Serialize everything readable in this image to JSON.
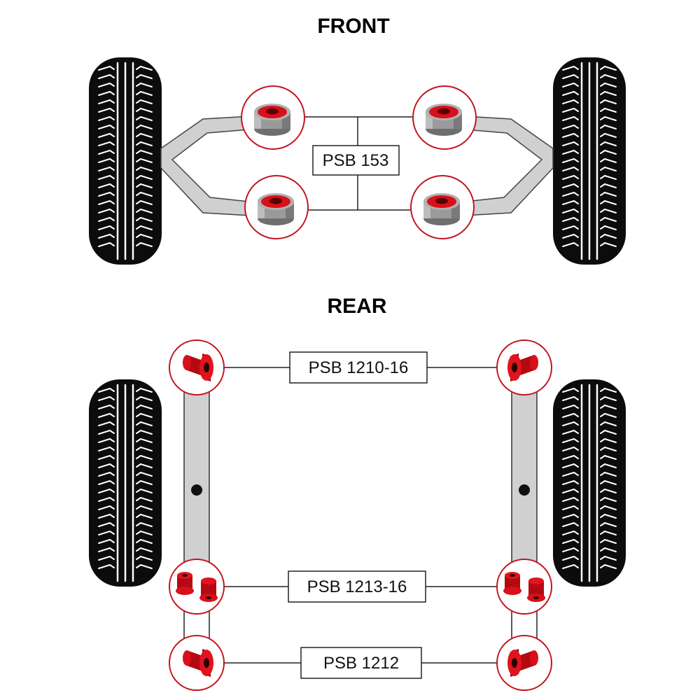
{
  "headings": {
    "front": "FRONT",
    "rear": "REAR"
  },
  "labels": {
    "front_arm": "PSB 153",
    "rear_top": "PSB 1210-16",
    "rear_middle": "PSB 1213-16",
    "rear_bottom": "PSB 1212"
  },
  "colors": {
    "polyurethane_red": "#d8101a",
    "callout_ring": "#c4141e",
    "metal_shell": "#9a9a9a",
    "arm_gray": "#d0d0d0",
    "tyre": "#0c0c0c"
  },
  "icons": {
    "front_bushes": "metal-shell-bush-icon",
    "rear_top_bushes": "flanged-red-bush-icon",
    "rear_middle_bushes": "double-red-bush-icon",
    "rear_bottom_bushes": "flanged-red-bush-icon",
    "wheels": "tyre-icon"
  }
}
